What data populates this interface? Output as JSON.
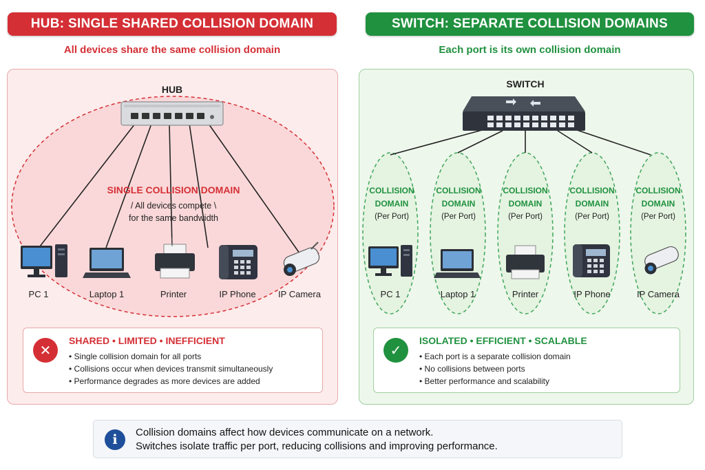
{
  "hub_side": {
    "banner": "HUB: SINGLE SHARED COLLISION DOMAIN",
    "subtitle": "All devices share the same collision domain",
    "device_title": "HUB",
    "domain_title": "SINGLE COLLISION DOMAIN",
    "domain_desc_line1": "/ All devices compete \\",
    "domain_desc_line2": "for the same bandwidth",
    "devices": [
      "PC 1",
      "Laptop 1",
      "Printer",
      "IP Phone",
      "IP Camera"
    ],
    "summary": {
      "head": "SHARED • LIMITED • INEFFICIENT",
      "bullets": [
        "Single collision domain for all ports",
        "Collisions occur when devices transmit simultaneously",
        "Performance degrades as more devices are added"
      ],
      "icon": "x-mark-icon"
    },
    "color": "#d42f35"
  },
  "switch_side": {
    "banner": "SWITCH: SEPARATE COLLISION DOMAINS",
    "subtitle": "Each port is its own collision domain",
    "device_title": "SWITCH",
    "domain_line1": "COLLISION",
    "domain_line2": "DOMAIN",
    "domain_line3": "(Per Port)",
    "devices": [
      "PC 1",
      "Laptop 1",
      "Printer",
      "IP Phone",
      "IP Camera"
    ],
    "summary": {
      "head": "ISOLATED • EFFICIENT • SCALABLE",
      "bullets": [
        "Each port is a separate collision domain",
        "No collisions between ports",
        "Better performance and scalability"
      ],
      "icon": "check-mark-icon"
    },
    "color": "#20913f"
  },
  "footer": {
    "line1": "Collision domains affect how devices communicate on a network.",
    "line2": "Switches isolate traffic per port, reducing collisions and improving performance.",
    "icon": "info-icon"
  }
}
